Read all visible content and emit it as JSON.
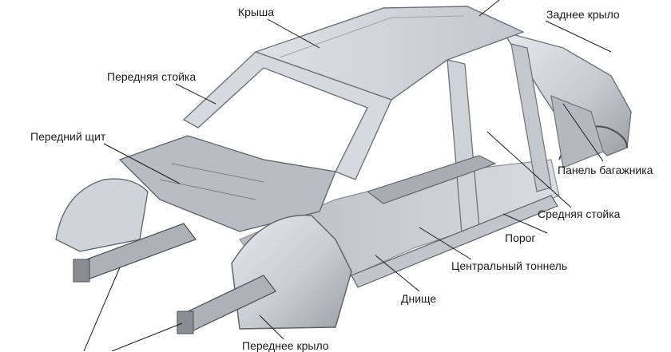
{
  "labels": {
    "roof": "Крыша",
    "rear_fender": "Заднее крыло",
    "a_pillar": "Передняя стойка",
    "firewall": "Передний щит",
    "trunk_panel": "Панель багажника",
    "b_pillar": "Средняя стойка",
    "sill": "Порог",
    "tunnel": "Центральный тоннель",
    "floor": "Днище",
    "front_fender": "Переднее крыло"
  },
  "colors": {
    "body_metal": "#c9ccd0",
    "body_shadow": "#8d9196",
    "body_dark": "#4a4e53",
    "leader_line": "#1a1a1a"
  }
}
